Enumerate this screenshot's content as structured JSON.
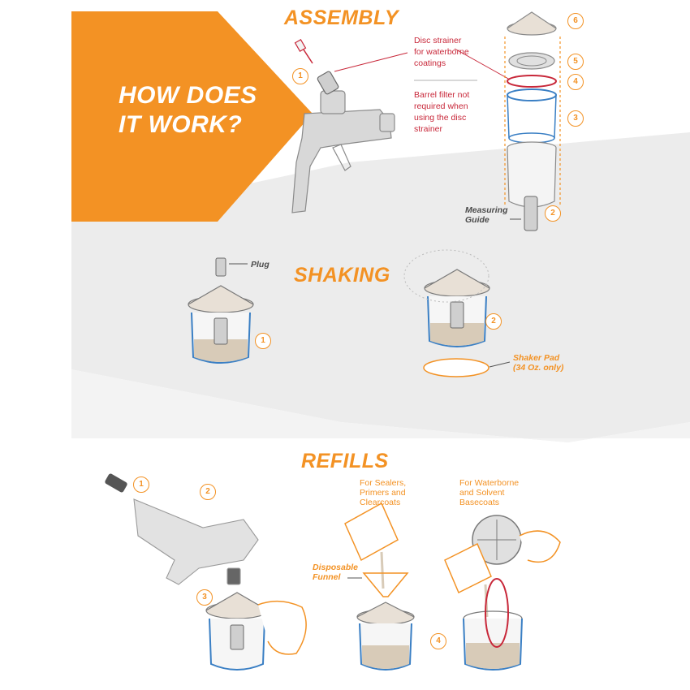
{
  "hero": {
    "line1": "HOW DOES",
    "line2": "IT WORK?"
  },
  "sections": {
    "assembly": "ASSEMBLY",
    "shaking": "SHAKING",
    "refills": "REFILLS"
  },
  "assembly": {
    "note_disc": [
      "Disc strainer",
      "for waterborne",
      "coatings"
    ],
    "note_barrel": [
      "Barrel filter not",
      "required when",
      "using the disc",
      "strainer"
    ],
    "measuring": [
      "Measuring",
      "Guide"
    ],
    "steps": [
      "1",
      "6",
      "5",
      "4",
      "3",
      "2"
    ]
  },
  "shaking": {
    "plug": "Plug",
    "shaker_pad": [
      "Shaker Pad",
      "(34 Oz. only)"
    ],
    "steps": [
      "1",
      "2"
    ]
  },
  "refills": {
    "sealers": [
      "For Sealers,",
      "Primers and",
      "Clearcoats"
    ],
    "waterborne": [
      "For Waterborne",
      "and Solvent",
      "Basecoats"
    ],
    "funnel": [
      "Disposable",
      "Funnel"
    ],
    "steps": [
      "1",
      "2",
      "3",
      "4"
    ]
  },
  "colors": {
    "orange": "#f39224",
    "red": "#c8283a",
    "blue": "#3a7fc4",
    "gray": "#8a8a8a",
    "band": "#ececec"
  }
}
